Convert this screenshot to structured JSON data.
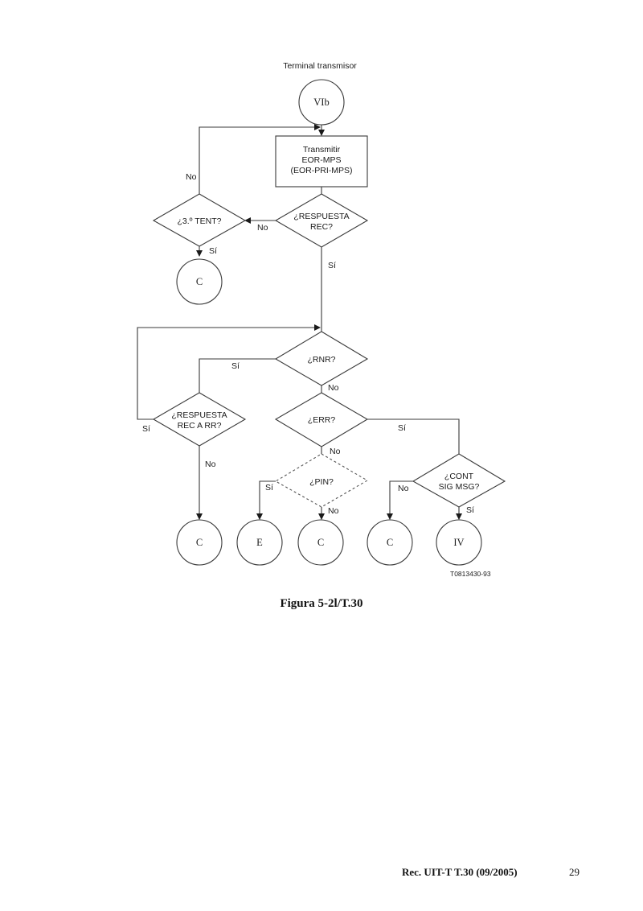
{
  "diagram": {
    "title": "Terminal transmisor",
    "code": "T0813430-93",
    "nodes": {
      "start": "VIb",
      "transmit": [
        "Transmitir",
        "EOR-MPS",
        "(EOR-PRI-MPS)"
      ],
      "resp_rec": [
        "¿RESPUESTA",
        "REC?"
      ],
      "tent": "¿3.º TENT?",
      "c1": "C",
      "rnr": "¿RNR?",
      "resp_rr": [
        "¿RESPUESTA",
        "REC A RR?"
      ],
      "err": "¿ERR?",
      "pin": "¿PIN?",
      "cont": [
        "¿CONT",
        "SIG MSG?"
      ],
      "c2": "C",
      "e": "E",
      "c3": "C",
      "c4": "C",
      "iv": "IV"
    },
    "labels": {
      "no_loop": "No",
      "no_resp": "No",
      "si_tent": "Sí",
      "si_resp": "Sí",
      "si_rnr": "Sí",
      "no_rnr": "No",
      "si_rr": "Sí",
      "no_rr": "No",
      "si_err": "Sí",
      "no_err": "No",
      "si_pin": "Sí",
      "no_pin": "No",
      "no_cont": "No",
      "si_cont": "Sí"
    }
  },
  "caption": "Figura 5-2l/T.30",
  "footer": {
    "reference": "Rec. UIT-T T.30 (09/2005)",
    "page": "29"
  }
}
